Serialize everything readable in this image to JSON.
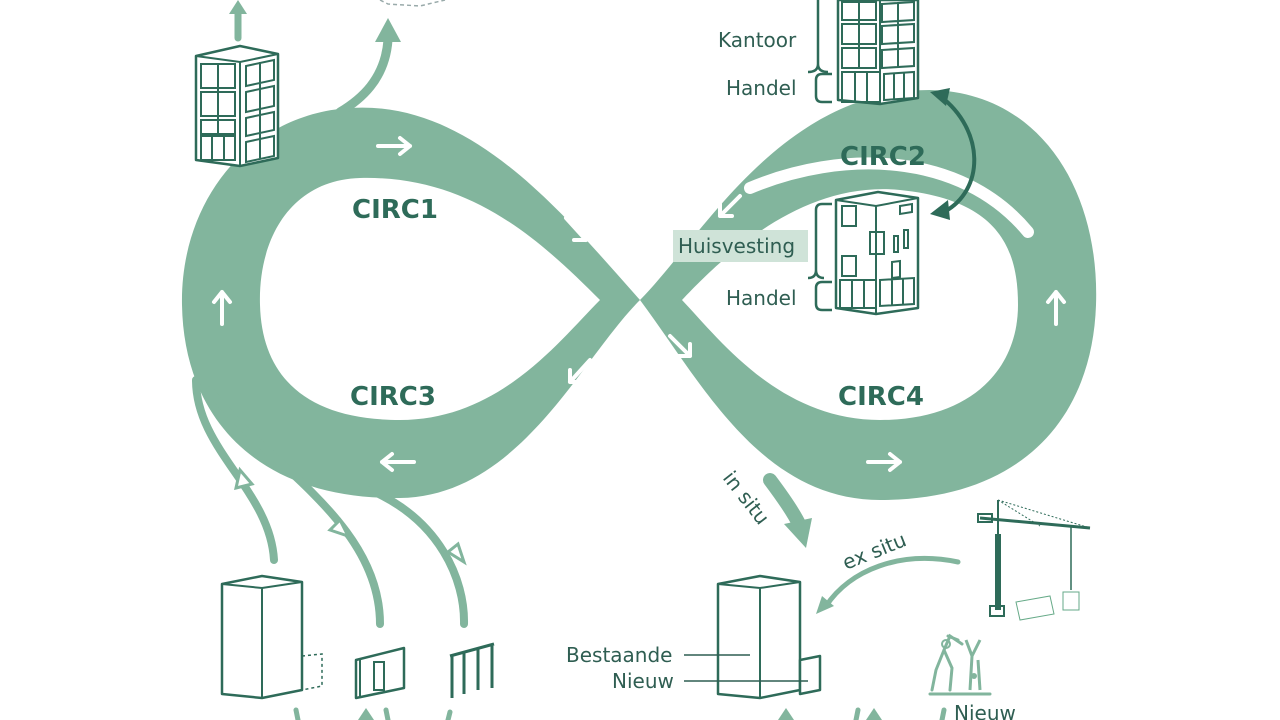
{
  "colors": {
    "loop_fill": "#82b59d",
    "dark_accent": "#2e6b59",
    "label_text": "#2f5e52",
    "background": "#ffffff",
    "highlight_box": "#cfe3d8"
  },
  "loops": {
    "circ1": "CIRC1",
    "circ2": "CIRC2",
    "circ3": "CIRC3",
    "circ4": "CIRC4"
  },
  "building_top_right": {
    "upper_label": "Kantoor",
    "lower_label": "Handel"
  },
  "building_mid_right": {
    "upper_label": "Huisvesting",
    "lower_label": "Handel"
  },
  "flows": {
    "in_situ": "in situ",
    "ex_situ": "ex situ"
  },
  "building_bottom_mid": {
    "existing_label": "Bestaande",
    "new_label": "Nieuw"
  },
  "lumberjack": {
    "label": "Nieuw"
  },
  "icons": [
    "office-building-icon",
    "mixed-use-building-icon",
    "residential-building-icon",
    "box-building-icon",
    "wall-panel-icon",
    "frame-columns-icon",
    "crane-icon",
    "lumberjack-tree-icon"
  ]
}
